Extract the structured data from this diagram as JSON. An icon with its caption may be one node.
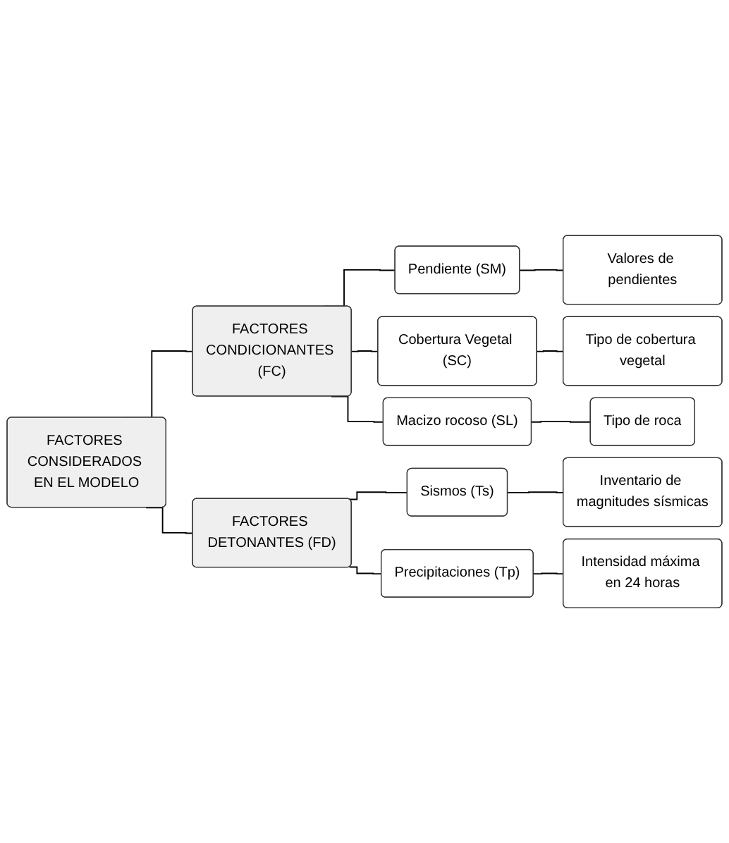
{
  "diagram": {
    "nodes": [
      {
        "text": [
          "FACTORES CONSIDERADOS EN EL MODELO"
        ]
      },
      {
        "text": [
          "FACTORES CONDICIONANTES (FC)"
        ]
      },
      {
        "text": [
          "Pendiente (SM)"
        ]
      },
      {
        "text": [
          "Valores de pendientes"
        ]
      },
      {
        "text": [
          "Cobertura Vegetal (SC)"
        ]
      },
      {
        "text": [
          "Tipo de cobertura vegetal"
        ]
      },
      {
        "text": [
          "Macizo rocoso (SL)"
        ]
      },
      {
        "text": [
          "Tipo de roca"
        ]
      },
      {
        "text": [
          "FACTORES DETONANTES (FD)"
        ]
      },
      {
        "text": [
          "Sismos (Ts)"
        ]
      },
      {
        "text": [
          "Inventario de magnitudes sísmicas"
        ]
      },
      {
        "text": [
          "Precipitaciones (Tp)"
        ]
      },
      {
        "text": [
          "Intensidad máxima en 24 horas"
        ]
      }
    ],
    "edges": [
      {
        "from": 0,
        "to": 1,
        "arrow": "none"
      },
      {
        "from": 0,
        "to": 8,
        "arrow": "none"
      },
      {
        "from": 1,
        "to": 2,
        "arrow": "none"
      },
      {
        "from": 1,
        "to": 4,
        "arrow": "none"
      },
      {
        "from": 1,
        "to": 6,
        "arrow": "none"
      },
      {
        "from": 2,
        "to": 3,
        "arrow": "none"
      },
      {
        "from": 4,
        "to": 5,
        "arrow": "none"
      },
      {
        "from": 6,
        "to": 7,
        "arrow": "none"
      },
      {
        "from": 8,
        "to": 9,
        "arrow": "none"
      },
      {
        "from": 8,
        "to": 11,
        "arrow": "none"
      },
      {
        "from": 9,
        "to": 10,
        "arrow": "none"
      },
      {
        "from": 11,
        "to": 12,
        "arrow": "none"
      }
    ]
  }
}
